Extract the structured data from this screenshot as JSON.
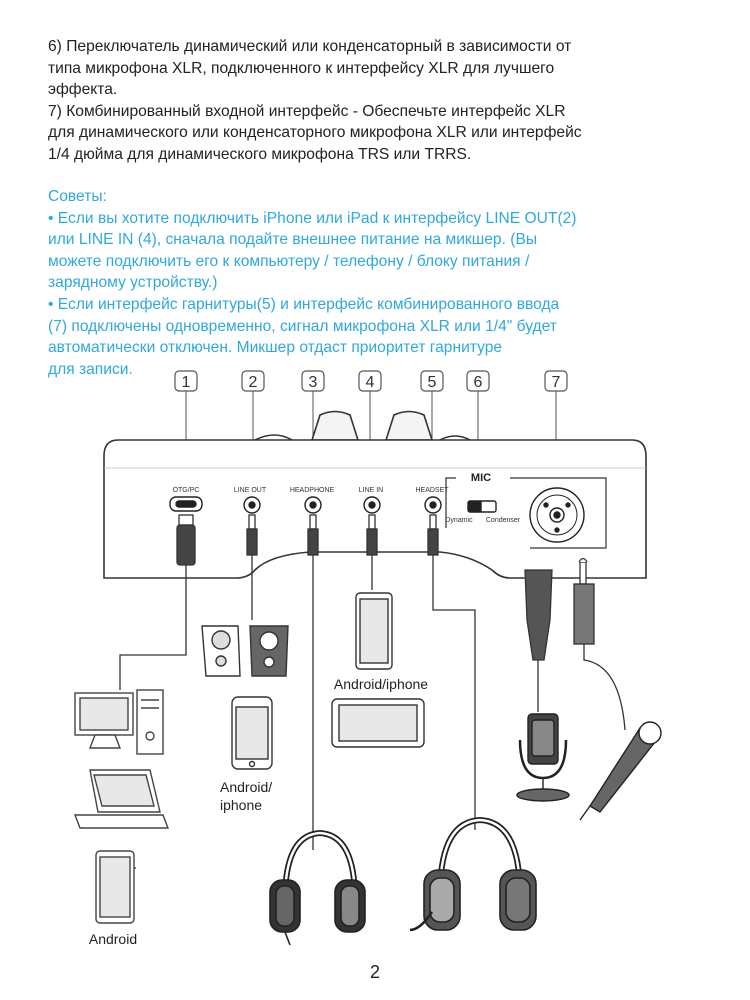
{
  "paragraph_6_7": [
    "6) Переключатель динамический или конденсаторный в зависимости от",
    "типа микрофона XLR, подключенного к интерфейсу XLR для лучшего",
    "эффекта.",
    "7) Комбинированный входной интерфейс - Обеспечьте интерфейс XLR",
    "для динамического или конденсаторного микрофона XLR или интерфейс",
    "1/4 дюйма для динамического микрофона TRS или TRRS."
  ],
  "tips": {
    "title": "Советы:",
    "lines": [
      "• Если вы хотите подключить iPhone или iPad к интерфейсу LINE OUT(2)",
      "или LINE IN (4), сначала подайте внешнее питание на микшер. (Вы",
      "можете подключить его к компьютеру / телефону / блоку питания /",
      "зарядному устройству.)",
      "• Если интерфейс гарнитуры(5) и интерфейс комбинированного ввода",
      "(7) подключены одновременно, сигнал микрофона XLR или 1/4\" будет",
      " автоматически отключен. Микшер отдаст приоритет гарнитуре",
      "для записи."
    ]
  },
  "diagram": {
    "callouts": [
      "1",
      "2",
      "3",
      "4",
      "5",
      "6",
      "7"
    ],
    "port_labels": {
      "otg": "OTG/PC",
      "line_out": "LINE OUT",
      "headphone": "HEADPHONE",
      "line_in": "LINE IN",
      "headset": "HEADSET",
      "mic": "MIC",
      "dynamic": "Dynamic",
      "condenser": "Condenser"
    },
    "device_labels": {
      "android_iphone_line_out": [
        "Android/",
        "iphone"
      ],
      "android_iphone_line_in": "Android/iphone",
      "android": "Android"
    }
  },
  "page_number": "2",
  "colors": {
    "text": "#222222",
    "tips": "#2ea8e0",
    "line": "#444444"
  }
}
